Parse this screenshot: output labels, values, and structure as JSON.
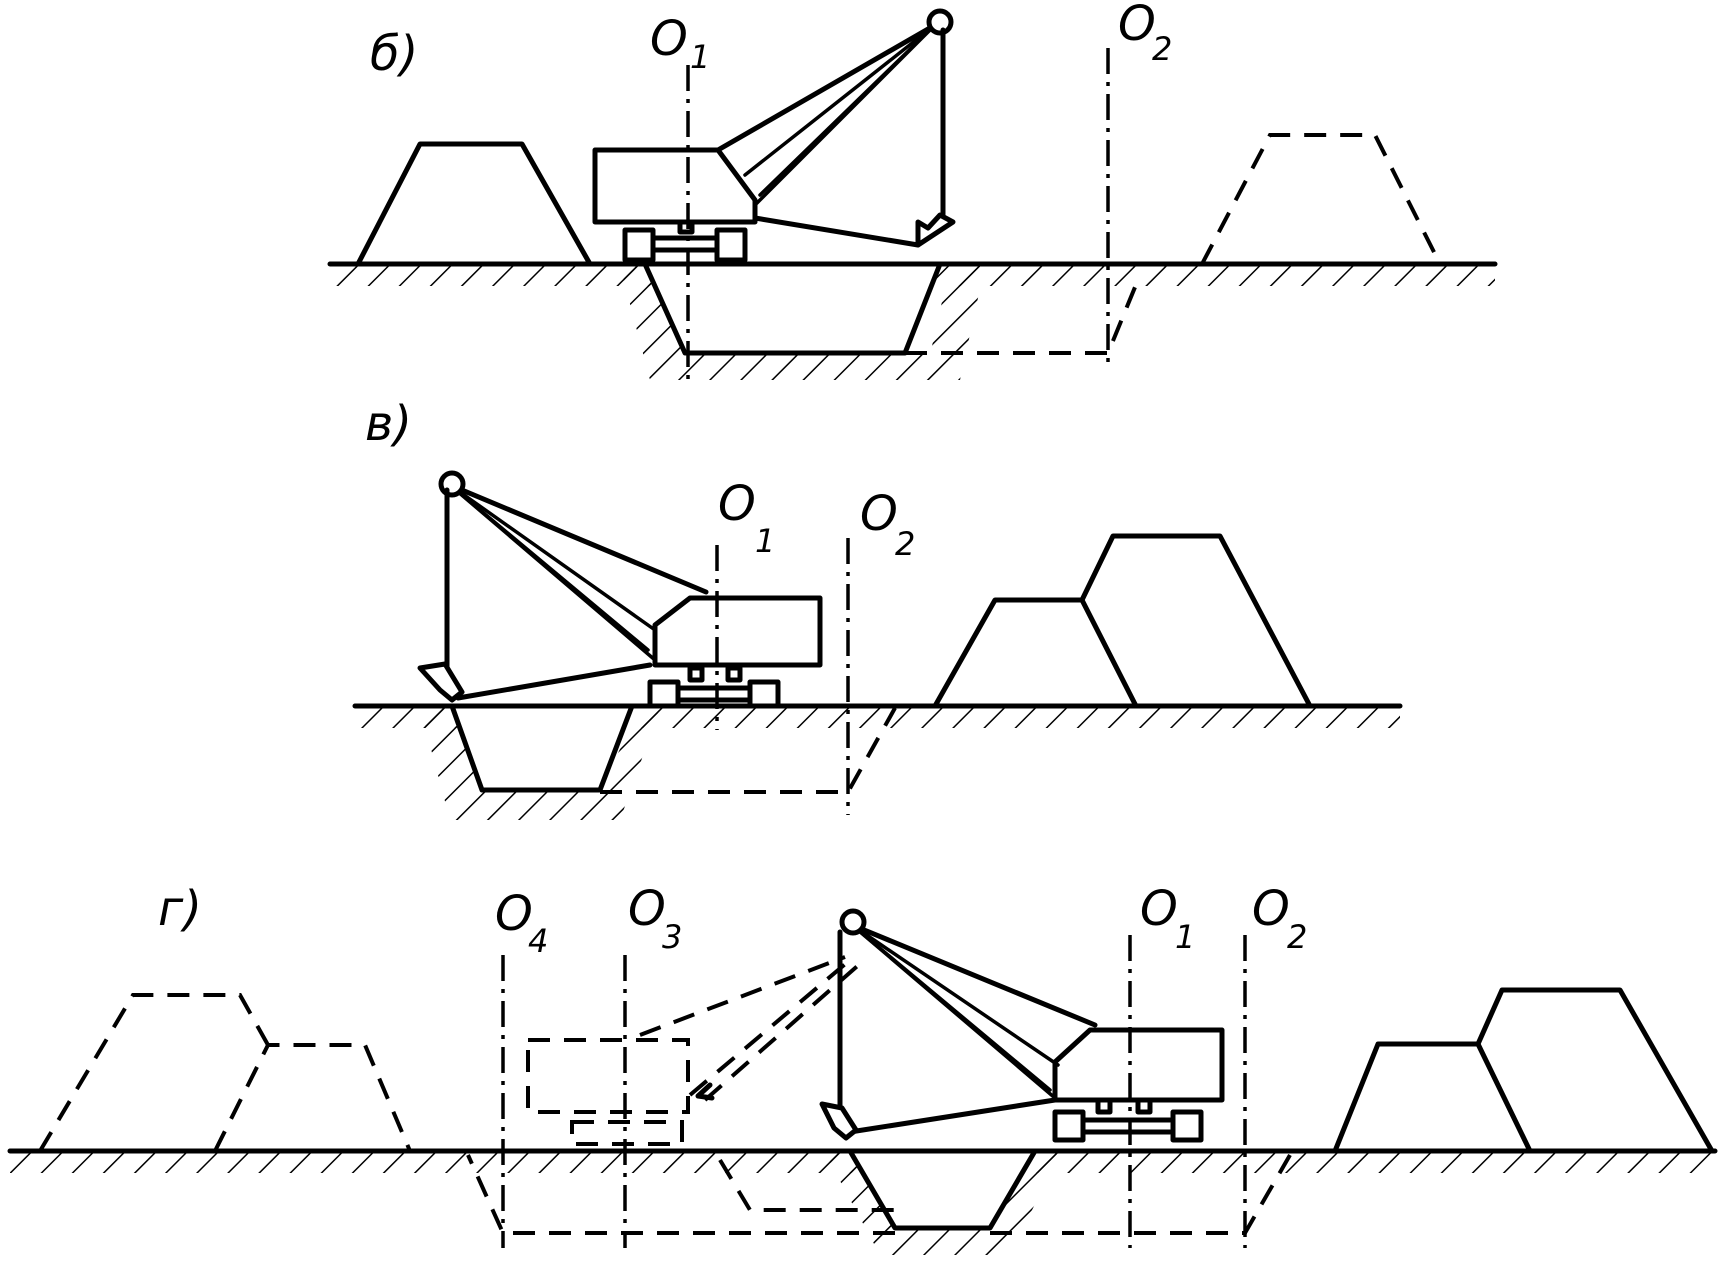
{
  "panels": [
    {
      "id": "b",
      "label": "б)",
      "axes": [
        {
          "letter": "O",
          "index": "1"
        },
        {
          "letter": "O",
          "index": "2"
        }
      ]
    },
    {
      "id": "v",
      "label": "в)",
      "axes": [
        {
          "letter": "O",
          "index": "1"
        },
        {
          "letter": "O",
          "index": "2"
        }
      ]
    },
    {
      "id": "g",
      "label": "г)",
      "axes": [
        {
          "letter": "O",
          "index": "4"
        },
        {
          "letter": "O",
          "index": "3"
        },
        {
          "letter": "O",
          "index": "1"
        },
        {
          "letter": "O",
          "index": "2"
        }
      ]
    }
  ]
}
